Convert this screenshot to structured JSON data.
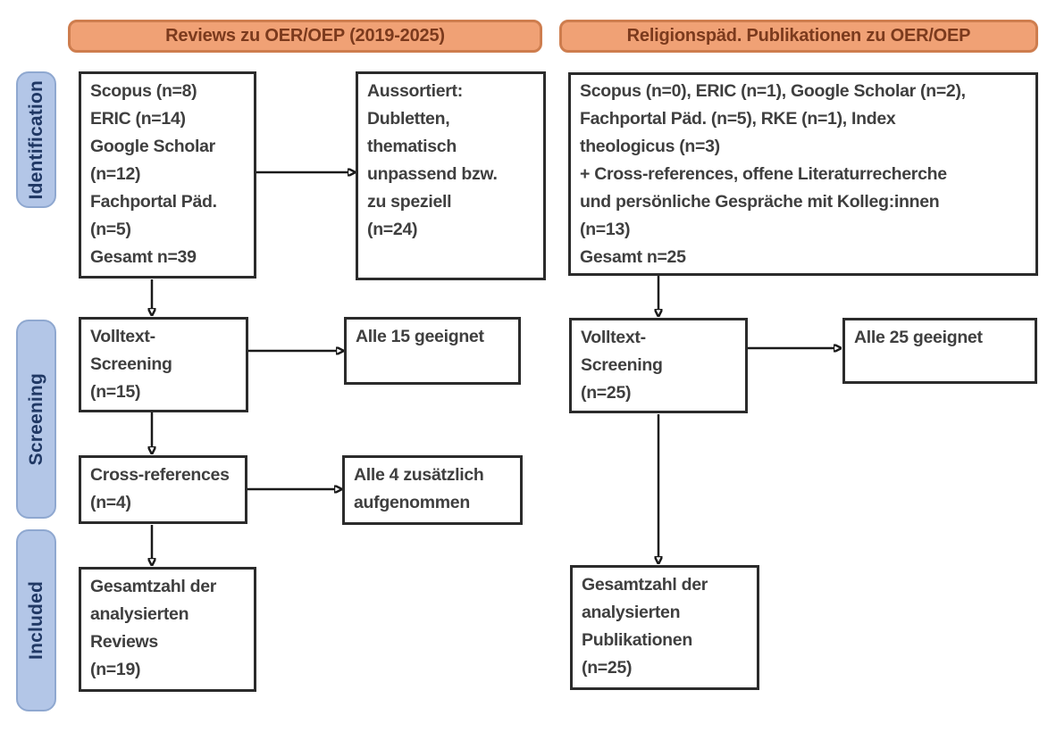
{
  "diagram": {
    "headers": {
      "left": "Reviews zu OER/OEP (2019-2025)",
      "right": "Religionspäd. Publikationen zu OER/OEP"
    },
    "stages": {
      "identification": "Identification",
      "screening": "Screening",
      "included": "Included"
    },
    "left_column": {
      "sources": "Scopus (n=8)\nERIC (n=14)\nGoogle Scholar\n(n=12)\nFachportal Päd.\n(n=5)\nGesamt n=39",
      "excluded": "Aussortiert:\nDubletten,\nthematisch\nunpassend bzw.\nzu speziell\n(n=24)",
      "fulltext_screening": "Volltext-\nScreening\n(n=15)",
      "fulltext_result": "Alle 15 geeignet",
      "cross_references": "Cross-references\n(n=4)",
      "cross_references_result": "Alle 4 zusätzlich\naufgenommen",
      "included_total": "Gesamtzahl der\nanalysierten\nReviews\n(n=19)"
    },
    "right_column": {
      "sources": "Scopus (n=0), ERIC (n=1), Google Scholar (n=2),\nFachportal Päd. (n=5), RKE (n=1), Index\ntheologicus (n=3)\n+ Cross-references, offene Literaturrecherche\nund persönliche Gespräche mit Kolleg:innen\n(n=13)\nGesamt n=25",
      "fulltext_screening": "Volltext-\nScreening\n(n=25)",
      "fulltext_result": "Alle 25 geeignet",
      "included_total": "Gesamtzahl der\nanalysierten\nPublikationen\n(n=25)"
    },
    "colors": {
      "header_fill": "#F0A175",
      "header_border": "#CE7D4E",
      "header_text": "#7B3A1D",
      "stage_fill": "#B3C6E7",
      "stage_border": "#8FA8D0",
      "stage_text": "#203864",
      "box_border": "#2B2B2B",
      "box_text": "#3F3F3F",
      "arrow": "#1A1A1A"
    }
  }
}
